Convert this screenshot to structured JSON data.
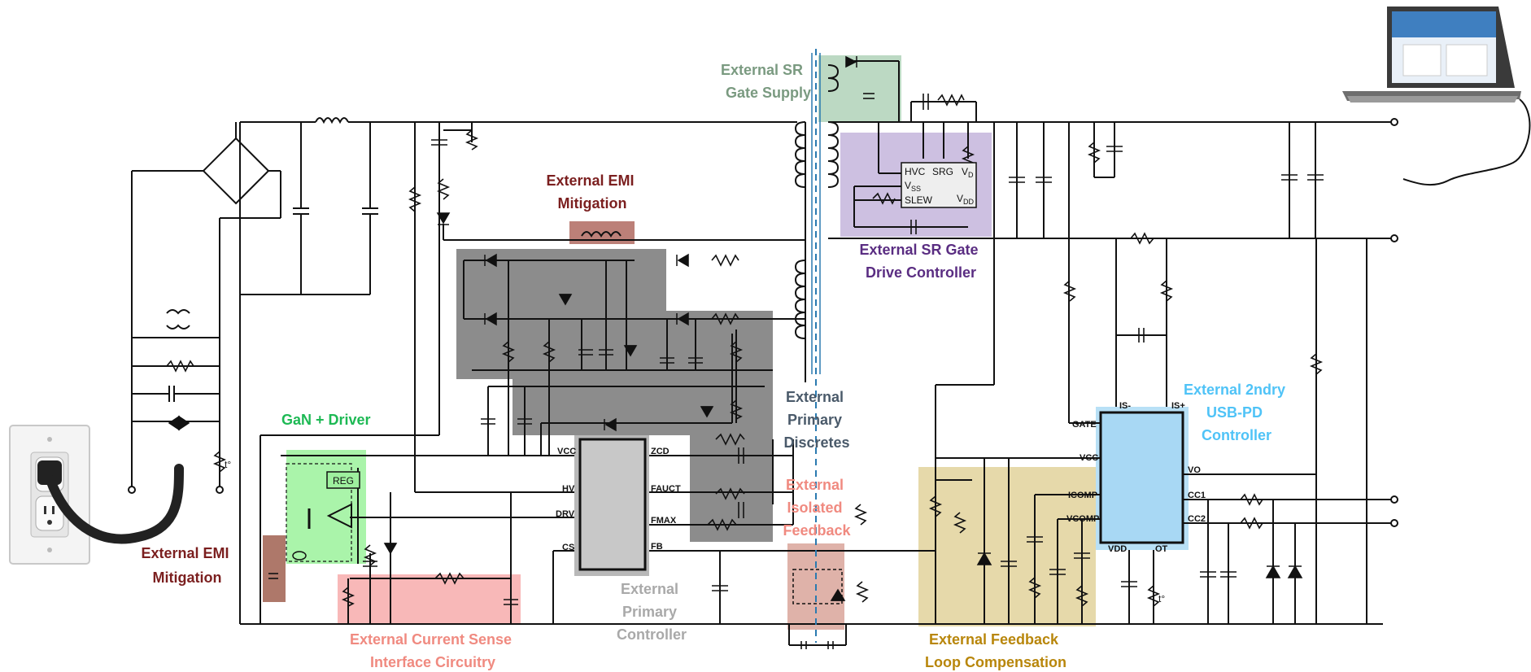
{
  "labels": {
    "emi_left": [
      "External EMI",
      "Mitigation"
    ],
    "emi_top": [
      "External EMI",
      "Mitigation"
    ],
    "gan": [
      "GaN + Driver"
    ],
    "current_sense": [
      "External Current Sense",
      "Interface Circuitry"
    ],
    "primary_ctrl": [
      "External",
      "Primary",
      "Controller"
    ],
    "primary_disc": [
      "External",
      "Primary",
      "Discretes"
    ],
    "iso_fb": [
      "External",
      "Isolated",
      "Feedback"
    ],
    "sr_supply": [
      "External SR",
      "Gate  Supply"
    ],
    "sr_ctrl": [
      "External SR Gate",
      "Drive Controller"
    ],
    "fb_comp": [
      "External Feedback",
      "Loop Compensation"
    ],
    "usbpd": [
      "External 2ndry",
      "USB-PD",
      "Controller"
    ]
  },
  "primary_ic_pins": {
    "vcc": "VCC",
    "hv": "HV",
    "drv": "DRV",
    "cs": "CS",
    "zcd": "ZCD",
    "fauct": "FAUCT",
    "fmax": "FMAX",
    "fb": "FB"
  },
  "sr_ic_pins": {
    "hvc": "HVC",
    "srg": "SRG",
    "vd": "V",
    "vd_sub": "D",
    "vss": "V",
    "vss_sub": "SS",
    "slew": "SLEW",
    "vdd": "V",
    "vdd_sub": "DD"
  },
  "gan_pins": {
    "reg": "REG"
  },
  "usbpd_pins": {
    "is_minus": "IS-",
    "is_plus": "IS+",
    "gate": "GATE",
    "vcc": "VCC",
    "icomp": "ICOMP",
    "vcomp": "VCOMP",
    "vo": "VO",
    "cc1": "CC1",
    "cc2": "CC2",
    "vdd": "VDD",
    "ot": "OT"
  },
  "thermistor_mark": "t°",
  "colors": {
    "emi": "#7b1f1f",
    "gan": "#1db954",
    "current_sense": "#f08a80",
    "primary_ctrl": "#a9a9a9",
    "primary_disc": "#4a5a6a",
    "iso_fb": "#f08a80",
    "sr_supply": "#7a9a80",
    "sr_ctrl": "#5a2d82",
    "fb_comp": "#b8860b",
    "usbpd": "#4fc3f7"
  }
}
